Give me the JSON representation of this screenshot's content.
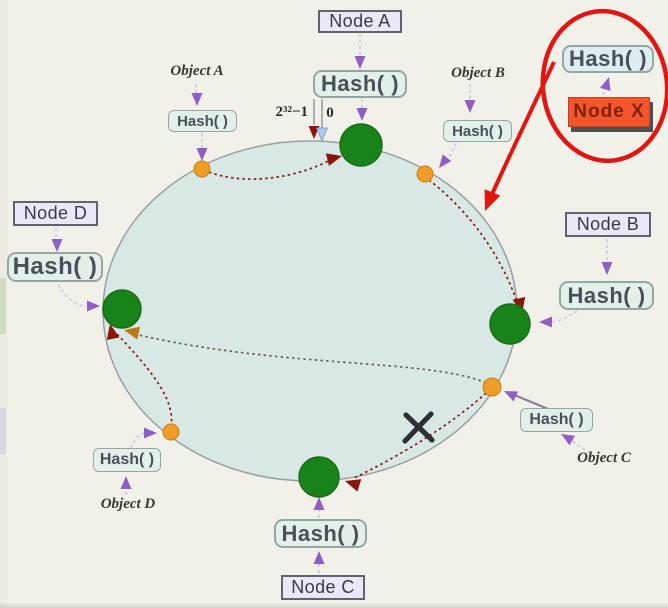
{
  "diagram": {
    "hash_label": "Hash( )",
    "range_max_label": "2³²−1",
    "range_min_label": "0",
    "nodes": {
      "a": "Node A",
      "b": "Node B",
      "c": "Node C",
      "d": "Node D",
      "x": "Node X"
    },
    "objects": {
      "a": "Object A",
      "b": "Object B",
      "c": "Object C",
      "d": "Object D"
    },
    "colors": {
      "background": "#f2f1e9",
      "ring_fill": "#d8e8e5",
      "ring_border": "#97a09e",
      "node_point_green": "#17831a",
      "object_point_orange": "#f09d28",
      "node_box_fill": "#eae8f8",
      "hash_box_fill": "#e3efe9",
      "node_x_fill": "#f4562b",
      "node_x_text": "#7e2407",
      "purple_arrow": "#8f5fc6",
      "assignment_arrow_dark_red": "#8b150d",
      "reassignment_arrow_orange": "#c07818",
      "highlight_red": "#e21511",
      "marker_blue": "#a9cbe9",
      "cross_out": "#2d3038"
    }
  }
}
